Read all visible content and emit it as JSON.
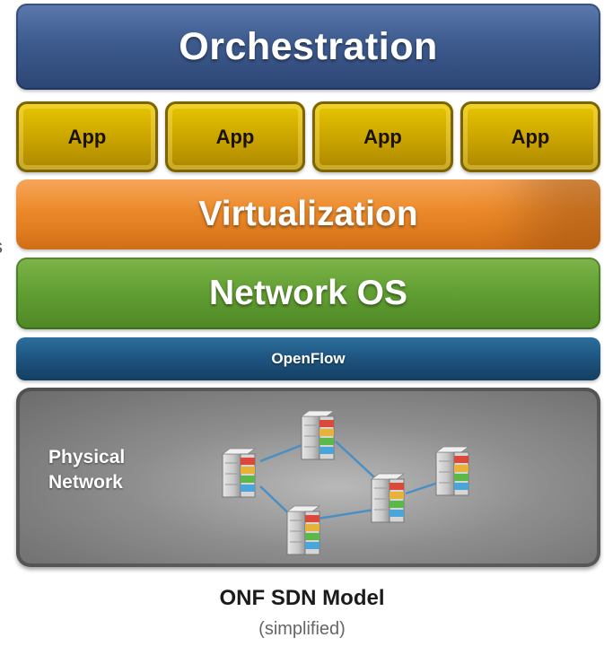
{
  "layers": {
    "orchestration": "Orchestration",
    "apps": [
      "App",
      "App",
      "App",
      "App"
    ],
    "virtualization": "Virtualization",
    "network_os": "Network OS",
    "openflow": "OpenFlow",
    "physical": {
      "line1": "Physical",
      "line2": "Network"
    }
  },
  "caption": {
    "title": "ONF SDN Model",
    "subtitle": "(simplified)"
  },
  "left_fragment": "s",
  "colors": {
    "orchestration": "#3e5b8e",
    "app": "#c9a300",
    "virtualization": "#ec8a2a",
    "network_os": "#63a034",
    "openflow": "#1f5682",
    "physical": "#8e8e8e",
    "link": "#4a8fc4"
  }
}
